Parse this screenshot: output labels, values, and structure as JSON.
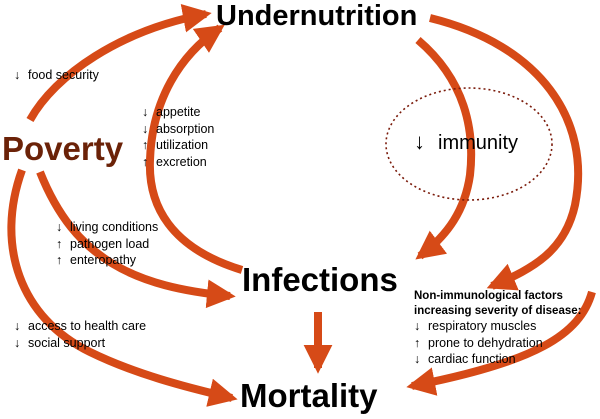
{
  "diagram": {
    "nodes": {
      "undernutrition": "Undernutrition",
      "poverty": "Poverty",
      "infections": "Infections",
      "mortality": "Mortality"
    },
    "immunity": {
      "arrow": "↓",
      "label": "immunity"
    },
    "factor_groups": {
      "food": [
        {
          "arrow": "↓",
          "label": "food security"
        }
      ],
      "absorption": [
        {
          "arrow": "↓",
          "label": "appetite"
        },
        {
          "arrow": "↓",
          "label": "absorption"
        },
        {
          "arrow": "↑",
          "label": "utilization"
        },
        {
          "arrow": "↑",
          "label": "excretion"
        }
      ],
      "living": [
        {
          "arrow": "↓",
          "label": "living conditions"
        },
        {
          "arrow": "↑",
          "label": "pathogen load"
        },
        {
          "arrow": "↑",
          "label": "enteropathy"
        }
      ],
      "health": [
        {
          "arrow": "↓",
          "label": "access to health care"
        },
        {
          "arrow": "↓",
          "label": "social support"
        }
      ],
      "disease": {
        "heading_line1": "Non-immunological  factors",
        "heading_line2": "increasing severity of disease:",
        "items": [
          {
            "arrow": "↓",
            "label": "respiratory muscles"
          },
          {
            "arrow": "↑",
            "label": "prone to dehydration"
          },
          {
            "arrow": "↓",
            "label": "cardiac function"
          }
        ]
      }
    },
    "colors": {
      "arrow": "#d64a17",
      "poverty_text": "#6b2208",
      "ellipse": "#7a1a0a"
    }
  }
}
